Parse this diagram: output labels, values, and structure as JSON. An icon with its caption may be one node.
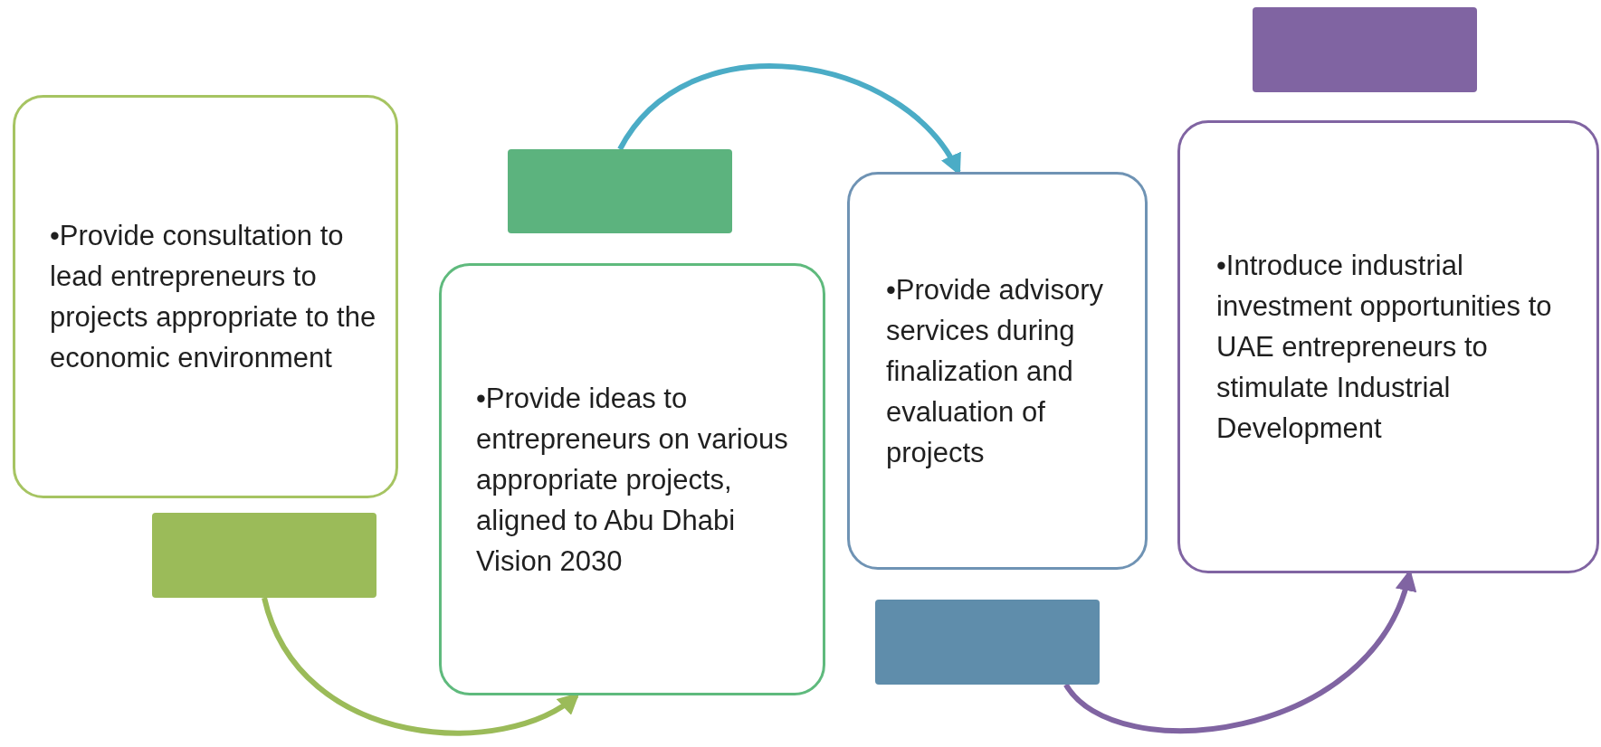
{
  "diagram": {
    "nodes": [
      {
        "text": [
          "•Provide consultation to lead entrepreneurs to projects appropriate to the economic environment"
        ]
      },
      {
        "text": [],
        "shape": "box"
      },
      {
        "text": [
          "•Provide ideas to entrepreneurs on various appropriate projects, aligned to Abu Dhabi  Vision 2030"
        ]
      },
      {
        "text": [],
        "shape": "box"
      },
      {
        "text": [
          "•Provide advisory services during finalization and evaluation of projects"
        ]
      },
      {
        "text": [],
        "shape": "box"
      },
      {
        "text": [
          "•Introduce industrial investment opportunities to UAE entrepreneurs to stimulate Industrial Development"
        ]
      },
      {
        "text": [],
        "shape": "box"
      }
    ],
    "edges": [
      {
        "from": 1,
        "to": 2,
        "arrow": "to",
        "color": "#9bbb59"
      },
      {
        "from": 3,
        "to": 4,
        "arrow": "to",
        "color": "#4bacc6"
      },
      {
        "from": 5,
        "to": 6,
        "arrow": "to",
        "color": "#8064a2"
      }
    ]
  }
}
